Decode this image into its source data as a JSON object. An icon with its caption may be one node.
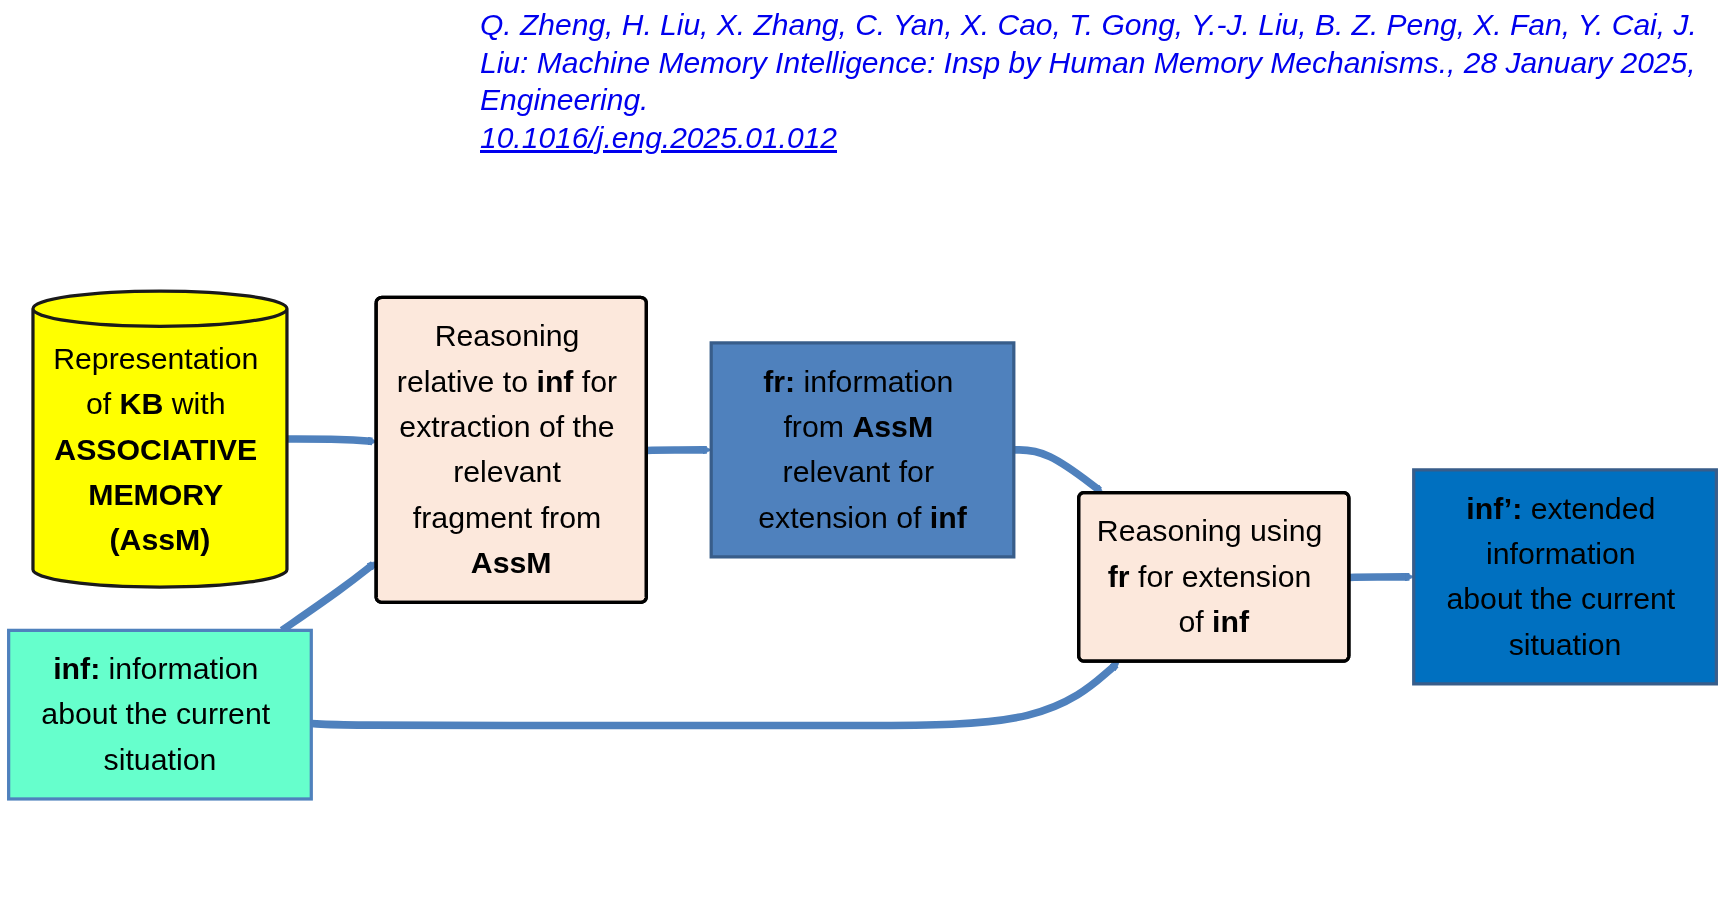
{
  "diagram": {
    "nodes": [
      {
        "text": [
          "Representation of **KB** with **ASSOCIATIVE MEMORY** **(AssM)**"
        ]
      },
      {
        "text": [
          "**inf:** information about the current situation"
        ]
      },
      {
        "text": [
          "Reasoning relative to **inf** for extraction of the relevant fragment from **AssM**"
        ]
      },
      {
        "text": [
          "**fr:** information from **AssM** relevant for extension of **inf**"
        ]
      },
      {
        "text": [
          "Reasoning using **fr** for extension of **inf**"
        ]
      },
      {
        "text": [
          "**inf’:** extended information about the current situation"
        ]
      }
    ],
    "edges": [
      {
        "from": 0,
        "to": 2,
        "arrow": "to"
      },
      {
        "from": 1,
        "to": 2,
        "arrow": "to"
      },
      {
        "from": 2,
        "to": 3,
        "arrow": "to"
      },
      {
        "from": 3,
        "to": 4,
        "arrow": "to"
      },
      {
        "from": 1,
        "to": 4,
        "arrow": "to"
      },
      {
        "from": 4,
        "to": 5,
        "arrow": "to"
      }
    ],
    "labels": [
      "Q. Zheng, H. Liu, X. Zhang, C. Yan, X. Cao, T. Gong, Y.-J. Liu, B. Z. Peng, X. Fan, Y. Cai, J. Liu: Machine Memory Intelligence: Insp by Human Memory Mechanisms., 28 January 2025, Engineering.",
      "10.1016/j.eng.2025.01.012"
    ]
  }
}
